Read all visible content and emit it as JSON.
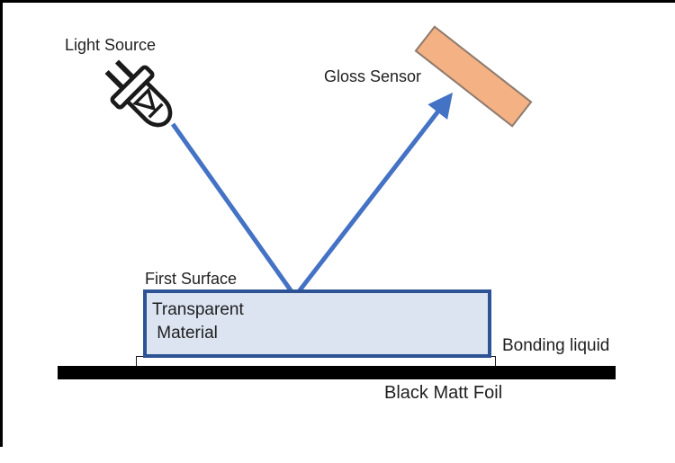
{
  "diagram": {
    "title_context": "Gloss measurement setup diagram",
    "labels": {
      "light_source": "Light Source",
      "gloss_sensor": "Gloss Sensor",
      "first_surface": "First Surface",
      "transparent_material": "Transparent\n Material",
      "bonding_liquid": "Bonding liquid",
      "black_matt_foil": "Black Matt Foil"
    },
    "icons": {
      "light_source_icon": "led-lamp-icon",
      "ray_arrow": "arrowhead-up-right"
    },
    "colors": {
      "ray": "#4472C4",
      "material_fill": "#dce4f2",
      "material_border": "#2e5395",
      "sensor_fill": "#f4b183",
      "sensor_border": "#8c7b6f",
      "foil": "#000000",
      "text": "#1f1f1f",
      "frame": "#000000"
    }
  }
}
